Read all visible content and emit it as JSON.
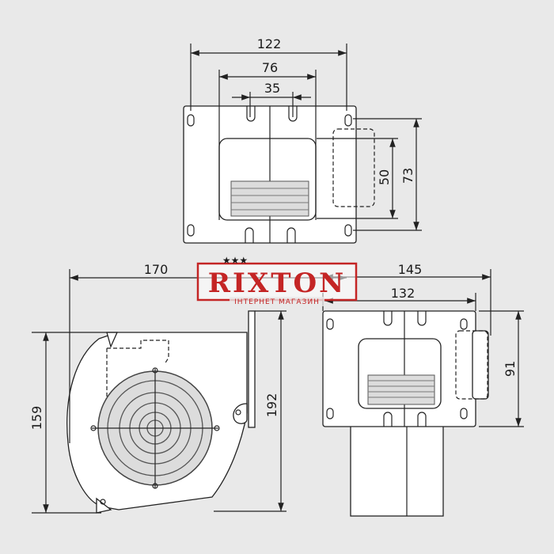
{
  "logo": {
    "name": "RIXTON",
    "tagline": "ІНТЕРНЕТ МАГАЗИН"
  },
  "dimensions": {
    "top_overall_width": "122",
    "top_inner_width": "76",
    "top_slot_spacing": "35",
    "top_inner_height": "50",
    "top_overall_height": "73",
    "side_depth": "170",
    "side_height": "159",
    "side_flange_height": "192",
    "front_overall_width": "145",
    "front_plate_width": "132",
    "front_height": "91"
  },
  "colors": {
    "background": "#e9e9e9",
    "logo_red": "#c42525"
  }
}
